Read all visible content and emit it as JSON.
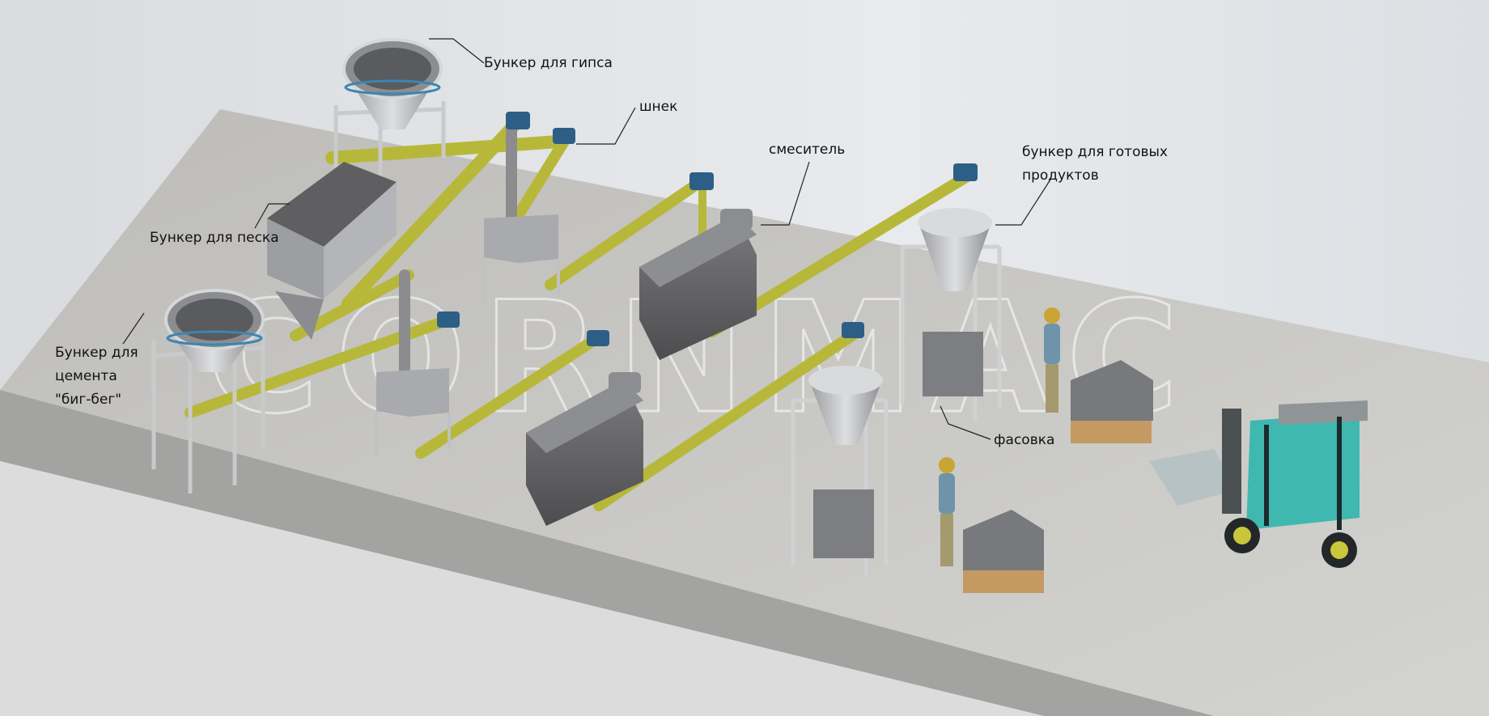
{
  "watermark": "CORNMAC",
  "labels": {
    "gypsum_hopper": "Бункер для гипса",
    "screw": "шнек",
    "mixer": "смеситель",
    "finished_hopper_line1": "бункер для готовых",
    "finished_hopper_line2": "продуктов",
    "sand_hopper": "Бункер для песка",
    "cement_hopper_line1": "Бункер для",
    "cement_hopper_line2": "цемента",
    "cement_hopper_line3": "\"биг-бег\"",
    "packing": "фасовка"
  },
  "colors": {
    "background": "#e4e6e9",
    "floor_top": "#c9c9c6",
    "floor_side": "#9a9a98",
    "conveyor": "#b7b83a",
    "motor": "#2d5f86",
    "machine_body": "#6f6f70",
    "frame": "#cfd0d2",
    "forklift": "#3fb8b0",
    "pallet": "#c49a62",
    "bags": "#77797c"
  }
}
